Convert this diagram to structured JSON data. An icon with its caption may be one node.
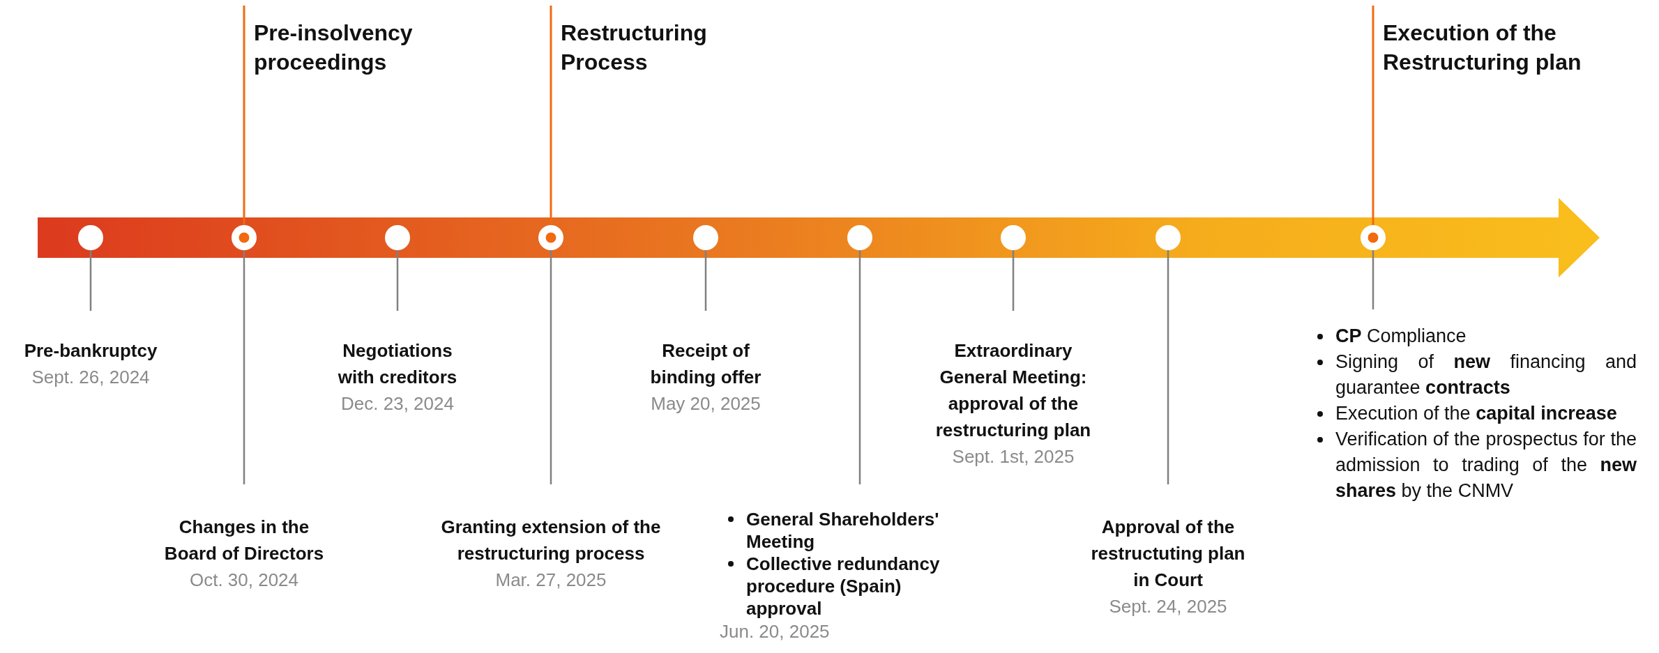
{
  "diagram": {
    "nodes": [
      {
        "text": [
          "Pre-insolvency proceedings"
        ]
      },
      {
        "text": [
          "Restructuring Process"
        ]
      },
      {
        "text": [
          "Execution of the Restructuring plan"
        ]
      },
      {
        "text": [],
        "shape": "circle"
      },
      {
        "text": [],
        "shape": "circle"
      },
      {
        "text": [],
        "shape": "circle"
      },
      {
        "text": [],
        "shape": "circle"
      },
      {
        "text": [],
        "shape": "circle"
      },
      {
        "text": [],
        "shape": "circle"
      },
      {
        "text": [],
        "shape": "circle"
      },
      {
        "text": [],
        "shape": "circle"
      },
      {
        "text": [],
        "shape": "circle"
      },
      {
        "text": [
          "Pre-bankruptcy",
          "Sept. 26, 2024"
        ]
      },
      {
        "text": [
          "Changes in the Board of Directors",
          "Oct. 30, 2024"
        ]
      },
      {
        "text": [
          "Negotiations with creditors",
          "Dec. 23, 2024"
        ]
      },
      {
        "text": [
          "Granting extension of the restructuring process",
          "Mar. 27, 2025"
        ]
      },
      {
        "text": [
          "Receipt of binding offer",
          "May 20, 2025"
        ]
      },
      {
        "text": [
          "General Shareholders' Meeting",
          "Collective redundancy procedure (Spain) approval",
          "Jun. 20, 2025"
        ]
      },
      {
        "text": [
          "Extraordinary General Meeting: approval of the restructuring plan",
          "Sept. 1st, 2025"
        ]
      },
      {
        "text": [
          "Approval of the restructuting plan in Court",
          "Sept. 24, 2025"
        ]
      },
      {
        "text": [
          "**CP** Compliance",
          "Signing of **new** financing and guarantee **contracts**",
          "Execution of the **capital increase**",
          "Verification of the prospectus for the admission to trading of the **new shares** by the CNMV"
        ]
      }
    ],
    "edges": [
      {
        "from": 0,
        "to": 4,
        "arrow": "none",
        "color": "#f26a10"
      },
      {
        "from": 1,
        "to": 6,
        "arrow": "none",
        "color": "#f26a10"
      },
      {
        "from": 2,
        "to": 11,
        "arrow": "none",
        "color": "#f26a10"
      },
      {
        "from": 12,
        "to": 3,
        "arrow": "none"
      },
      {
        "from": 13,
        "to": 4,
        "arrow": "none"
      },
      {
        "from": 14,
        "to": 5,
        "arrow": "none"
      },
      {
        "from": 15,
        "to": 6,
        "arrow": "none"
      },
      {
        "from": 16,
        "to": 7,
        "arrow": "none"
      },
      {
        "from": 17,
        "to": 8,
        "arrow": "none"
      },
      {
        "from": 18,
        "to": 9,
        "arrow": "none"
      },
      {
        "from": 19,
        "to": 10,
        "arrow": "none"
      },
      {
        "from": 20,
        "to": 11,
        "arrow": "none"
      }
    ]
  }
}
